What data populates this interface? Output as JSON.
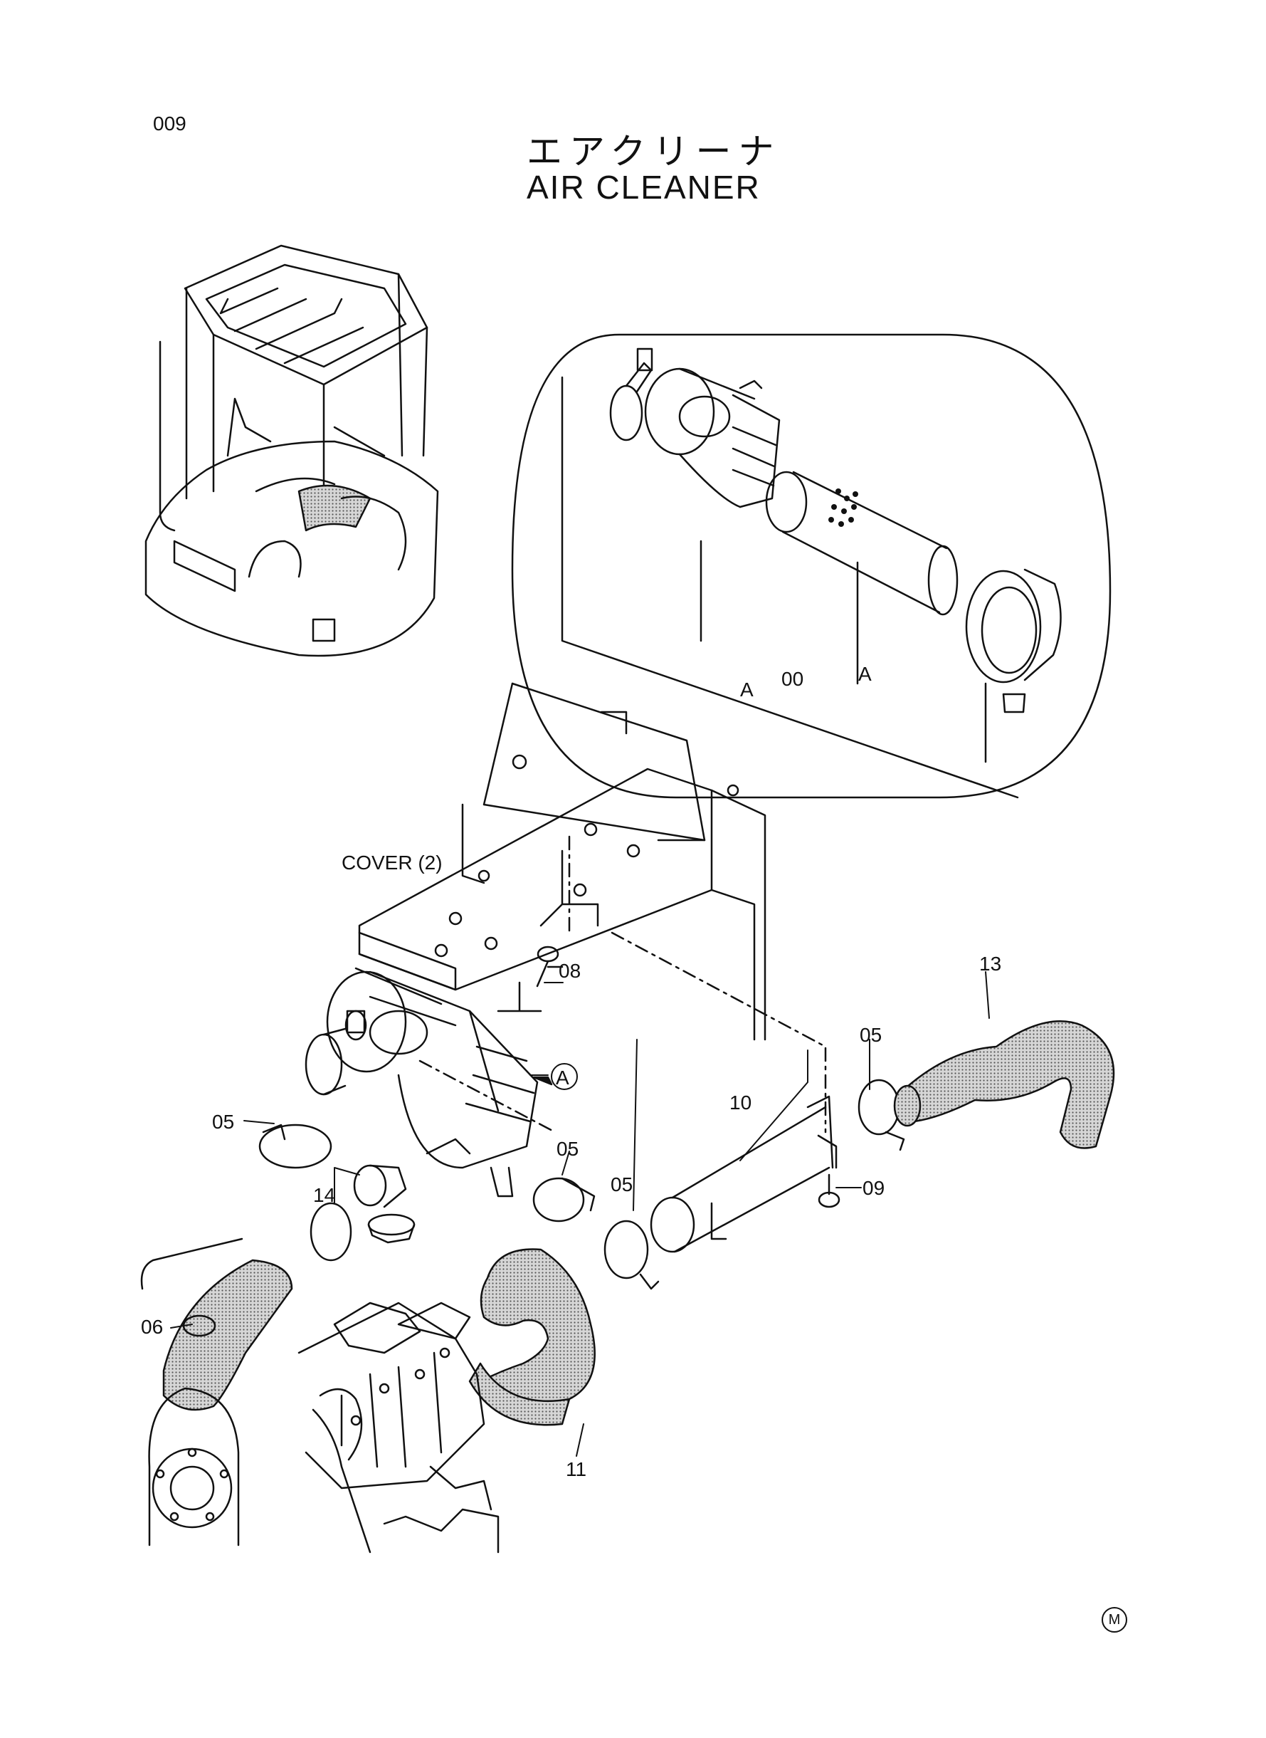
{
  "page": {
    "number": "009",
    "title_jp": "エアクリーナ",
    "title_en": "AIR CLEANER",
    "stamp": "M"
  },
  "callouts": {
    "cover": "COVER (2)",
    "A_1": "A",
    "A_2": "A",
    "A_ref": "A",
    "p00": "00",
    "p05a": "05",
    "p05b": "05",
    "p05c": "05",
    "p05d": "05",
    "p06": "06",
    "p08": "08",
    "p09": "09",
    "p10": "10",
    "p11": "11",
    "p13": "13",
    "p14": "14"
  },
  "colors": {
    "ink": "#111111",
    "hose_fill": "#b5b5b5"
  }
}
